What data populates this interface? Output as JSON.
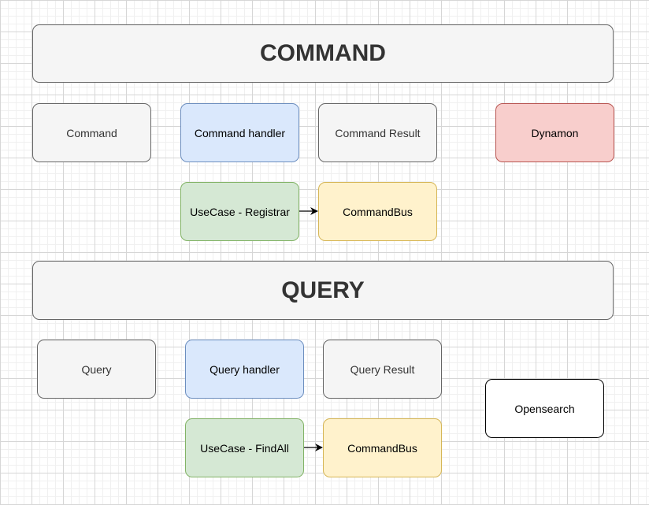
{
  "command_section": {
    "title": "COMMAND",
    "nodes": {
      "command": "Command",
      "command_handler": "Command handler",
      "command_result": "Command Result",
      "dynamon": "Dynamon",
      "usecase": "UseCase - Registrar",
      "bus": "CommandBus"
    }
  },
  "query_section": {
    "title": "QUERY",
    "nodes": {
      "query": "Query",
      "query_handler": "Query handler",
      "query_result": "Query Result",
      "opensearch": "Opensearch",
      "usecase": "UseCase - FindAll",
      "bus": "CommandBus"
    }
  },
  "colors": {
    "gray_fill": "#f5f5f5",
    "blue_fill": "#dae8fc",
    "green_fill": "#d5e8d4",
    "yellow_fill": "#fff2cc",
    "red_fill": "#f8cecc",
    "white_fill": "#ffffff"
  },
  "edges": [
    {
      "from": "command_section.nodes.usecase",
      "to": "command_section.nodes.bus"
    },
    {
      "from": "query_section.nodes.usecase",
      "to": "query_section.nodes.bus"
    }
  ]
}
